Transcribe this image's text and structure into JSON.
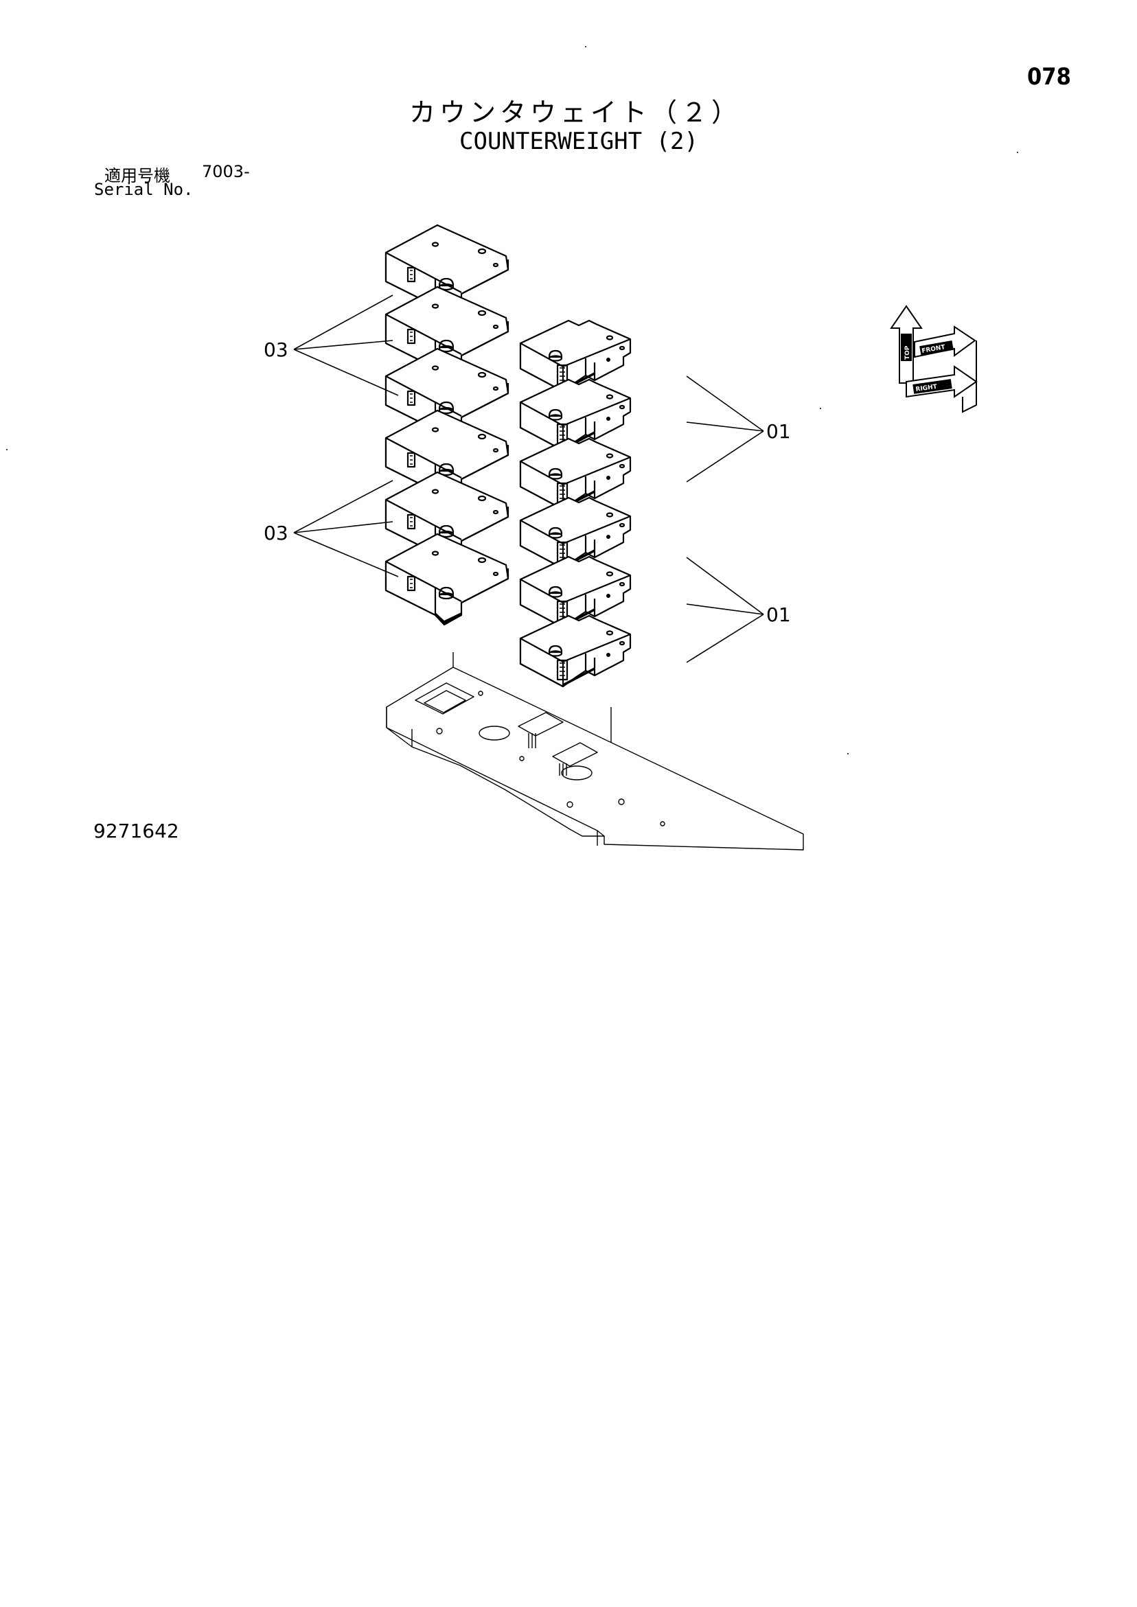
{
  "header": {
    "page_number": "078",
    "title_jp": "カウンタウェイト（２）",
    "title_en": "COUNTERWEIGHT (2)"
  },
  "serial": {
    "label_jp": "適用号機",
    "value": "7003-",
    "label_en": "Serial No."
  },
  "drawing_number": "9271642",
  "callouts": {
    "left_upper": "03",
    "left_lower": "03",
    "right_upper": "01",
    "right_lower": "01"
  },
  "orientation_icon": {
    "top": "TOP",
    "front": "FRONT",
    "right": "RIGHT"
  }
}
